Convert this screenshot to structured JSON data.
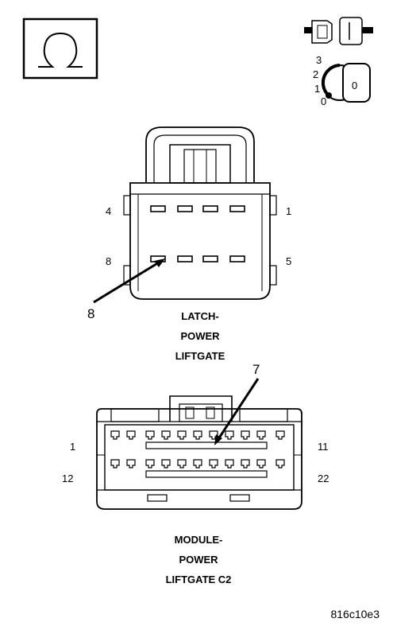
{
  "ohm_symbol": {
    "glyph": "Ω"
  },
  "key_icon": {
    "positions": [
      "3",
      "2",
      "1",
      "0"
    ],
    "key_label": "0"
  },
  "latch_connector": {
    "caption": [
      "LATCH-",
      "POWER",
      "LIFTGATE"
    ],
    "pin_labels": {
      "top_left": "4",
      "top_right": "1",
      "bottom_left": "8",
      "bottom_right": "5"
    },
    "callout": "8"
  },
  "module_connector": {
    "caption": [
      "MODULE-",
      "POWER",
      "LIFTGATE C2"
    ],
    "pin_labels": {
      "top_left": "1",
      "top_right": "11",
      "bottom_left": "12",
      "bottom_right": "22"
    },
    "callout": "7"
  },
  "figure_id": "816c10e3"
}
